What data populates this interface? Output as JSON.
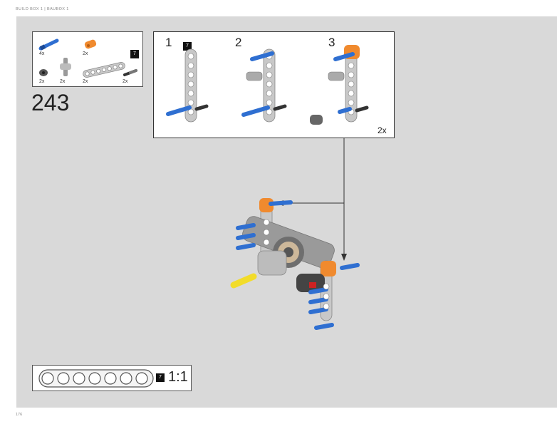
{
  "header": {
    "title": "BUILD BOX 1 | BAUBOX 1"
  },
  "footer": {
    "page_number": "176"
  },
  "parts_list": {
    "items": [
      {
        "name": "blue-axle-pin",
        "qty": "4x"
      },
      {
        "name": "orange-connector",
        "qty": "2x"
      },
      {
        "name": "dark-bush",
        "qty": "2x"
      },
      {
        "name": "gray-cross-connector",
        "qty": "2x"
      },
      {
        "name": "gray-beam-7",
        "qty": "2x",
        "badge": "7"
      },
      {
        "name": "black-pin",
        "qty": "2x"
      }
    ]
  },
  "step": {
    "number": "243"
  },
  "substeps": {
    "labels": [
      "1",
      "2",
      "3"
    ],
    "beam_badge": "7",
    "multiplier": "2x"
  },
  "ruler": {
    "badge": "7",
    "scale": "1:1"
  },
  "colors": {
    "panel": "#d9d9d9",
    "blue": "#2f6fd1",
    "orange": "#f08a2e",
    "beam_gray": "#c8c8c8",
    "dark": "#3a3a3a",
    "yellow": "#f2dc2a"
  }
}
